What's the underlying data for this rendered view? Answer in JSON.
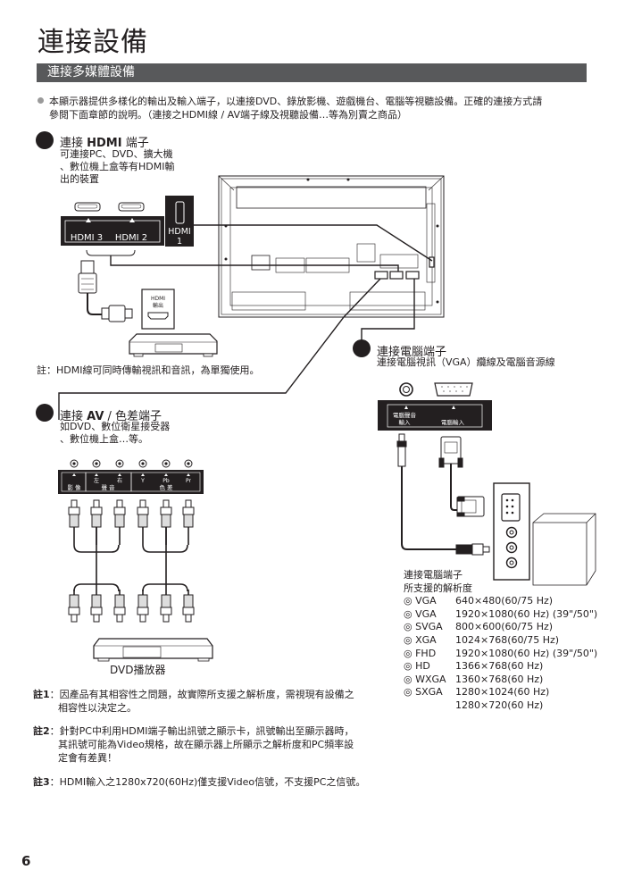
{
  "page": {
    "title": "連接設備",
    "section_title": "連接多媒體設備",
    "intro_line1": "本顯示器提供多樣化的輸出及輸入端子，以連接DVD、錄放影機、遊戲機台、電腦等視聽設備。正確的連接方式請",
    "intro_line2": "參閱下面章節的說明。（連接之HDMI線 / AV端子線及視聽設備…等為別賣之商品）",
    "page_number": "6"
  },
  "hdmi": {
    "heading_prefix": "連接 ",
    "heading_bold": "HDMI",
    "heading_suffix": " 端子",
    "desc_lines": [
      "可連接PC、DVD、擴大機",
      "、數位機上盒等有HDMI輸",
      "出的裝置"
    ],
    "port_labels": [
      "HDMI 3",
      "HDMI 2"
    ],
    "port1_label_line1": "HDMI",
    "port1_label_line2": "1",
    "device_label_line1": "HDMI",
    "device_label_line2": "輸出",
    "note": "註：HDMI線可同時傳輸視訊和音訊，為單獨使用。"
  },
  "av": {
    "heading_prefix": "連接 ",
    "heading_bold": "AV",
    "heading_suffix": " / 色差端子",
    "desc_lines": [
      "如DVD、數位衛星接受器",
      "、數位機上盒…等。"
    ],
    "port_top_labels": [
      "",
      "左",
      "右",
      "Y",
      "Pb",
      "Pr"
    ],
    "group_labels": [
      "影 像",
      "聲 音",
      "色 差"
    ],
    "device_label": "DVD播放器"
  },
  "pc": {
    "heading": "連接電腦端子",
    "desc": "連接電腦視訊（VGA）纜線及電腦音源線",
    "audio_label_line1": "電腦聲音",
    "audio_label_line2": "輸入",
    "vga_label": "電腦輸入",
    "res_title_line1": "連接電腦端子",
    "res_title_line2": "所支援的解析度",
    "resolutions": [
      {
        "mode": "VGA",
        "value": "640×480(60/75 Hz)"
      },
      {
        "mode": "VGA",
        "value": "1920×1080(60 Hz) (39\"/50\")"
      },
      {
        "mode": "SVGA",
        "value": "800×600(60/75 Hz)"
      },
      {
        "mode": "XGA",
        "value": "1024×768(60/75 Hz)"
      },
      {
        "mode": "FHD",
        "value": "1920×1080(60 Hz) (39\"/50\")"
      },
      {
        "mode": "HD",
        "value": "1366×768(60 Hz)"
      },
      {
        "mode": "WXGA",
        "value": "1360×768(60 Hz)"
      },
      {
        "mode": "SXGA",
        "value": "1280×1024(60 Hz)"
      },
      {
        "mode": "",
        "value": "1280×720(60 Hz)"
      }
    ],
    "bullet_symbol": "◎"
  },
  "footnotes": [
    {
      "label": "註1",
      "lines": [
        "：因產品有其相容性之問題，故實際所支援之解析度，需視現有設備之",
        "相容性以決定之。"
      ]
    },
    {
      "label": "註2",
      "lines": [
        "：針對PC中利用HDMI端子輸出訊號之顯示卡，訊號輸出至顯示器時，",
        "其訊號可能為Video規格，故在顯示器上所顯示之解析度和PC頻率設",
        "定會有差異！"
      ]
    },
    {
      "label": "註3",
      "lines": [
        "：HDMI輸入之1280x720(60Hz)僅支援Video信號，不支援PC之信號。"
      ]
    }
  ]
}
